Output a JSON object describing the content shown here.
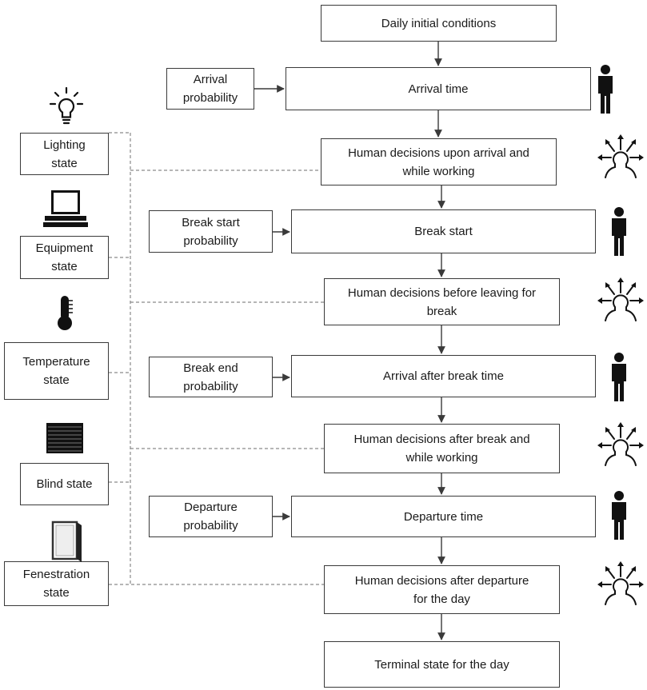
{
  "flow": {
    "daily_initial": "Daily initial conditions",
    "arrival_time": "Arrival time",
    "decisions_arrival": "Human decisions upon arrival and\nwhile working",
    "break_start": "Break start",
    "decisions_before_break": "Human decisions before leaving for\nbreak",
    "arrival_after_break": "Arrival after break time",
    "decisions_after_break": "Human decisions after break and\nwhile working",
    "departure_time": "Departure time",
    "decisions_after_departure": "Human decisions after departure\nfor the day",
    "terminal": "Terminal state for the day"
  },
  "probabilities": {
    "arrival": "Arrival\nprobability",
    "break_start": "Break start\nprobability",
    "break_end": "Break end\nprobability",
    "departure": "Departure\nprobability"
  },
  "states": {
    "lighting": "Lighting\nstate",
    "equipment": "Equipment\nstate",
    "temperature": "Temperature\nstate",
    "blind": "Blind state",
    "fenestration": "Fenestration\nstate"
  },
  "icons": [
    "lightbulb-icon",
    "computer-icon",
    "thermometer-icon",
    "blind-icon",
    "window-icon",
    "person-icon",
    "decision-icon"
  ],
  "colors": {
    "line": "#3a3a3a",
    "dashed": "#8a8a8a",
    "icon": "#111111"
  }
}
